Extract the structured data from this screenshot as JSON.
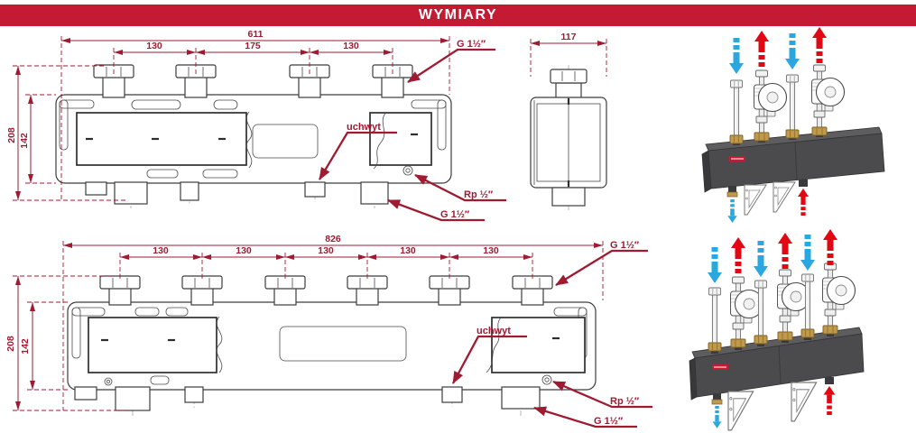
{
  "header": {
    "title": "WYMIARY"
  },
  "colors": {
    "header_bg": "#c51a33",
    "header_text": "#ffffff",
    "dimension_maroon": "#9e1b32",
    "drawing_line": "#3c3c3c",
    "flow_arrow_red": "#e30613",
    "flow_arrow_blue": "#2aa7de",
    "manifold_body_grey": "#4b4b4d",
    "brass_fitting": "#c09a4a"
  },
  "top_drawing": {
    "dims": {
      "overall_width": "611",
      "spacing_left": "130",
      "spacing_center": "175",
      "spacing_right": "130",
      "height_total": "208",
      "height_body": "142"
    },
    "labels": {
      "top_connection": "G 1½″",
      "bracket": "uchwyt",
      "side_plug": "Rp ½″",
      "bottom_connection": "G 1½″"
    }
  },
  "side_view": {
    "dims": {
      "depth": "117"
    }
  },
  "bottom_drawing": {
    "dims": {
      "overall_width": "826",
      "spacings": [
        "130",
        "130",
        "130",
        "130",
        "130"
      ],
      "height_total": "208",
      "height_body": "142"
    },
    "labels": {
      "top_connection": "G 1½″",
      "bracket": "uchwyt",
      "side_plug": "Rp ½″",
      "bottom_connection": "G 1½″"
    }
  }
}
